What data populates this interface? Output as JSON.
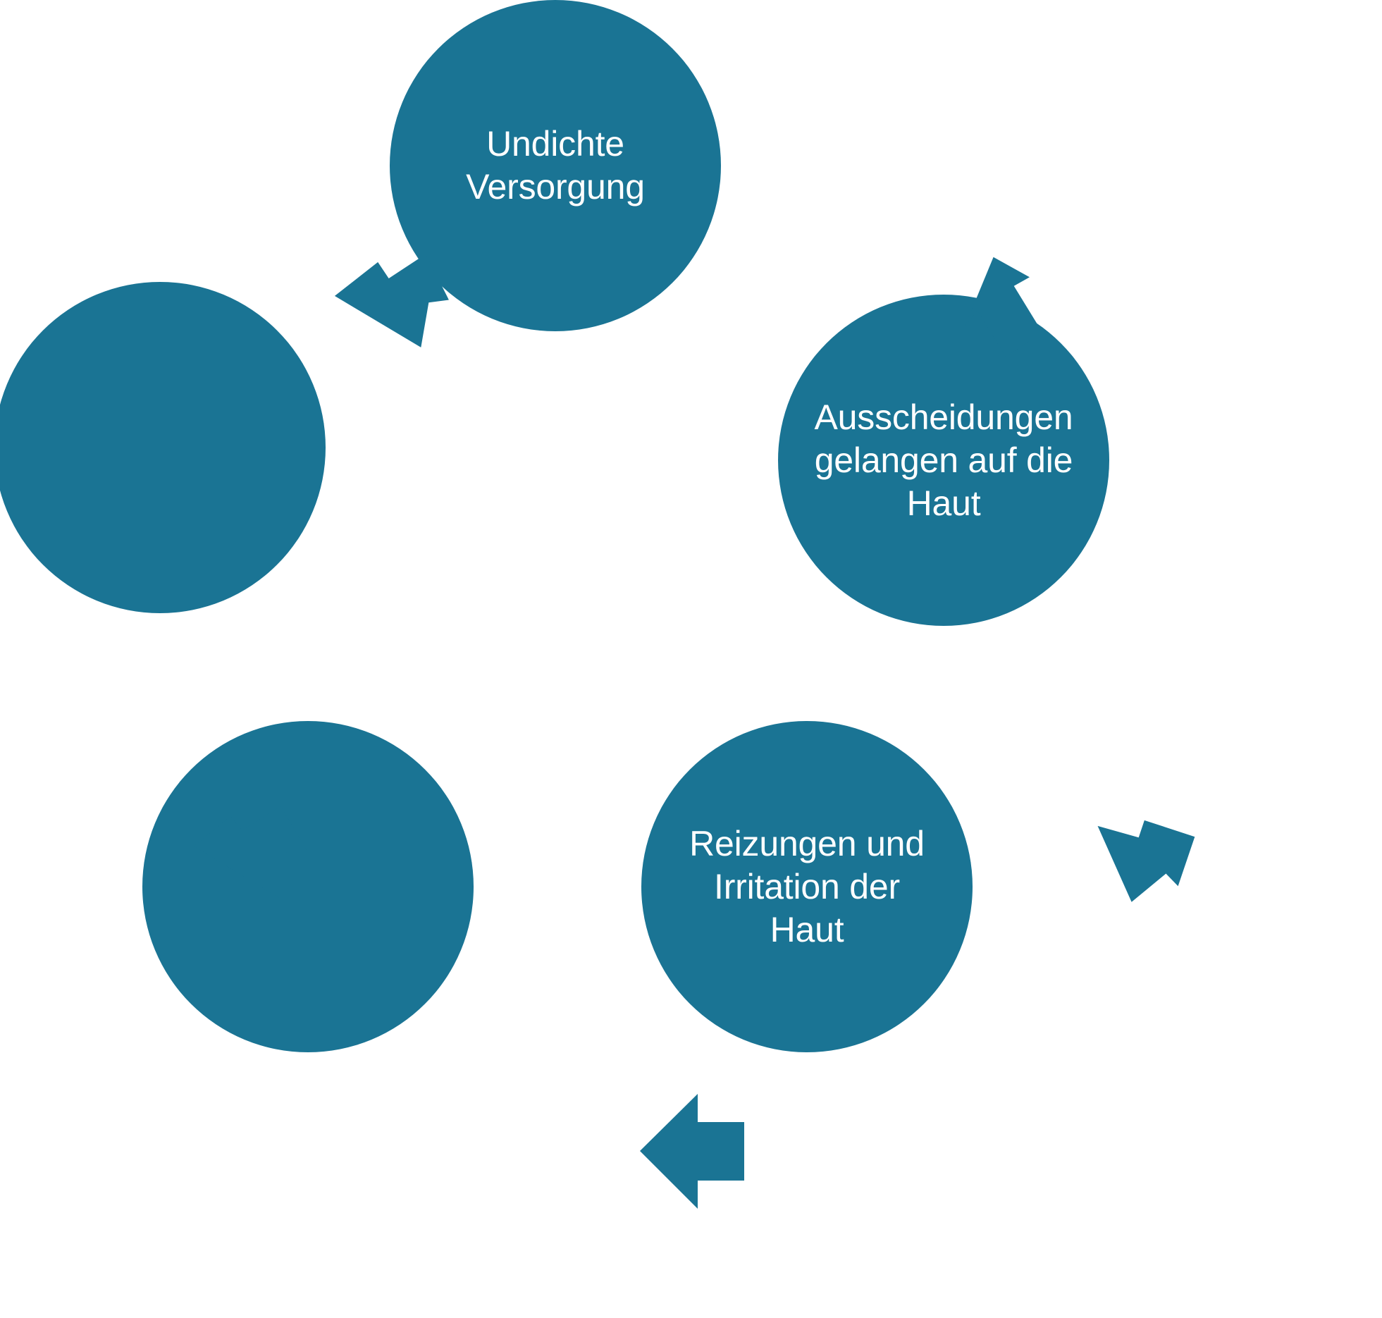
{
  "diagram": {
    "type": "cycle",
    "title": "Undichte Versorgung Hautschaden Kreislauf",
    "accent_color": "#1a7494",
    "label_color": "#ffffff",
    "background_color": "#ffffff",
    "nodes": [
      {
        "id": "node-top",
        "position": "top",
        "label": "Undichte\nVersorgung"
      },
      {
        "id": "node-right",
        "position": "right",
        "label": "Ausscheidungen\ngelangen auf die\nHaut"
      },
      {
        "id": "node-bottom-right",
        "position": "bottom-right",
        "label": "Reizungen und\nIrritation der\nHaut"
      },
      {
        "id": "node-bottom-left",
        "position": "bottom-left",
        "label": ""
      },
      {
        "id": "node-left",
        "position": "left",
        "label": ""
      }
    ],
    "arrows": [
      {
        "id": "arrow-top-right",
        "icon": "arrow-down-right-icon",
        "from": "node-top",
        "to": "node-right",
        "direction": "down-right"
      },
      {
        "id": "arrow-right-down",
        "icon": "arrow-down-left-icon",
        "from": "node-right",
        "to": "node-bottom-right",
        "direction": "down-left"
      },
      {
        "id": "arrow-bottom",
        "icon": "arrow-left-icon",
        "from": "node-bottom-right",
        "to": "node-bottom-left",
        "direction": "left"
      },
      {
        "id": "arrow-left-up",
        "icon": "arrow-up-right-icon",
        "from": "node-bottom-left",
        "to": "node-left",
        "direction": "up-right"
      },
      {
        "id": "arrow-top-left",
        "icon": "arrow-up-right-icon-2",
        "from": "node-left",
        "to": "node-top",
        "direction": "up-right"
      }
    ]
  }
}
